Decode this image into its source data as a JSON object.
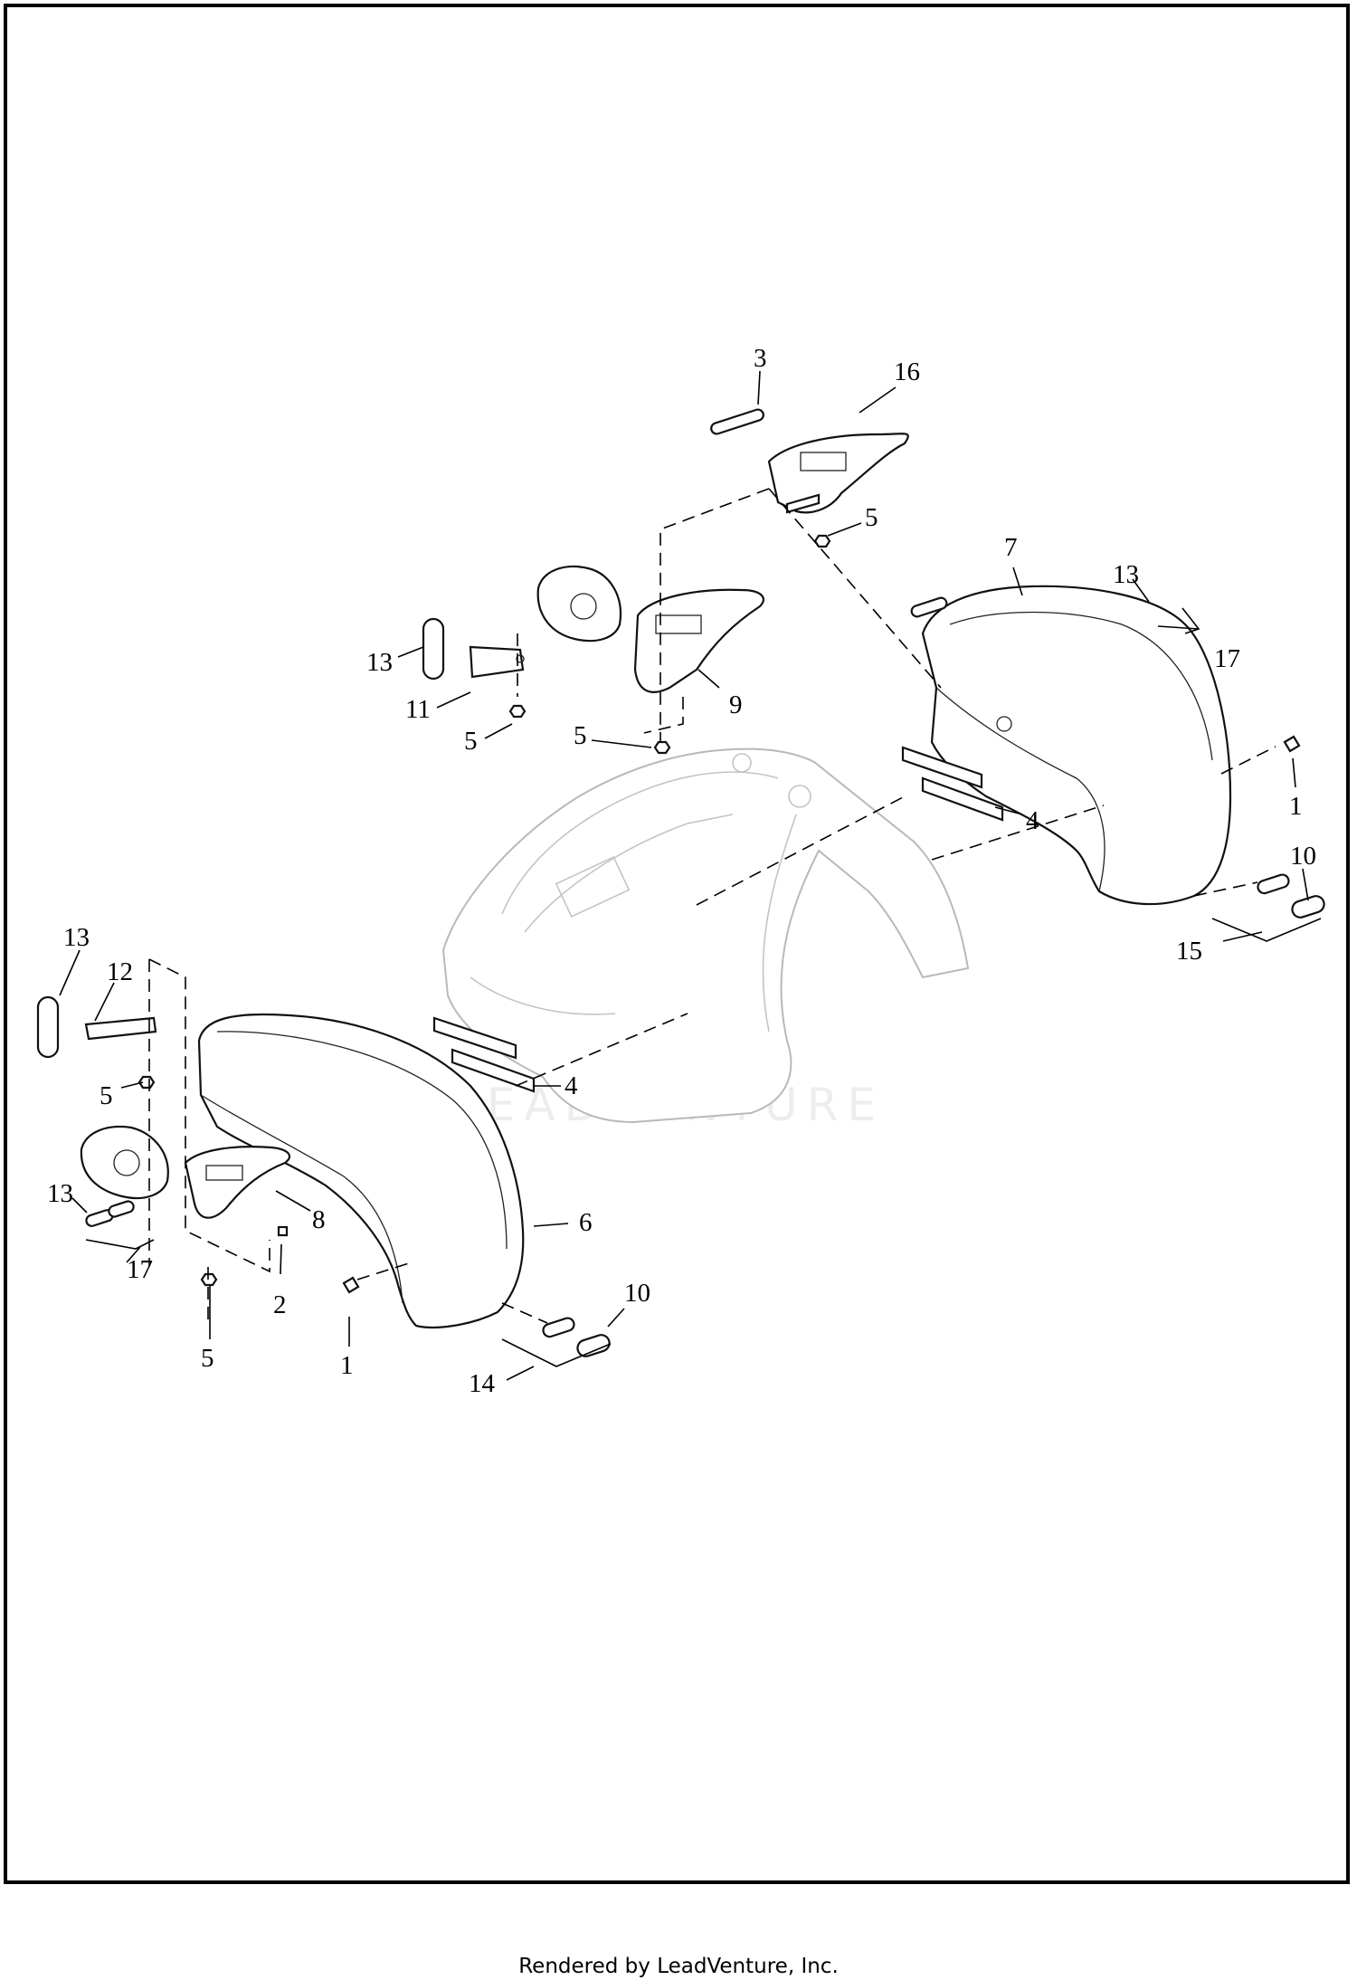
{
  "diagram": {
    "watermark": "LEADVENTURE",
    "callouts": [
      {
        "id": "c3",
        "label": "3"
      },
      {
        "id": "c16",
        "label": "16"
      },
      {
        "id": "c5a",
        "label": "5"
      },
      {
        "id": "c7",
        "label": "7"
      },
      {
        "id": "c13a",
        "label": "13"
      },
      {
        "id": "c17a",
        "label": "17"
      },
      {
        "id": "c13b",
        "label": "13"
      },
      {
        "id": "c11",
        "label": "11"
      },
      {
        "id": "c5b",
        "label": "5"
      },
      {
        "id": "c5c",
        "label": "5"
      },
      {
        "id": "c9",
        "label": "9"
      },
      {
        "id": "c1a",
        "label": "1"
      },
      {
        "id": "c4a",
        "label": "4"
      },
      {
        "id": "c10a",
        "label": "10"
      },
      {
        "id": "c15",
        "label": "15"
      },
      {
        "id": "c13c",
        "label": "13"
      },
      {
        "id": "c12",
        "label": "12"
      },
      {
        "id": "c5d",
        "label": "5"
      },
      {
        "id": "c4b",
        "label": "4"
      },
      {
        "id": "c13d",
        "label": "13"
      },
      {
        "id": "c8",
        "label": "8"
      },
      {
        "id": "c6",
        "label": "6"
      },
      {
        "id": "c17b",
        "label": "17"
      },
      {
        "id": "c2",
        "label": "2"
      },
      {
        "id": "c10b",
        "label": "10"
      },
      {
        "id": "c5e",
        "label": "5"
      },
      {
        "id": "c1b",
        "label": "1"
      },
      {
        "id": "c14",
        "label": "14"
      }
    ]
  },
  "footer": {
    "text": "Rendered by LeadVenture, Inc."
  }
}
